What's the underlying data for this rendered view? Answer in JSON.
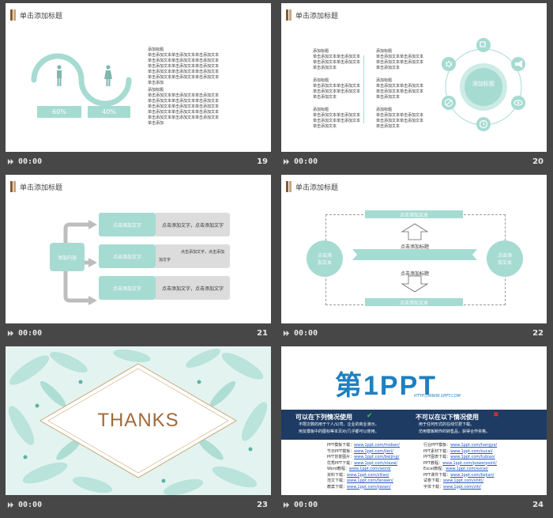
{
  "colors": {
    "accent": "#a6dbd2",
    "bar": "#474747",
    "title_mark": "#8a5a30"
  },
  "footer_time": "00:00",
  "slides": [
    {
      "number": "19",
      "title": "单击添加标题",
      "pct_left": "60%",
      "pct_right": "40%",
      "para_label": "添加标题",
      "para_lines": [
        "单击添加文本单击添加文本单击添加文本",
        "单击添加文本单击添加文本单击添加文本",
        "单击添加文本单击添加文本单击添加文本",
        "单击添加文本单击添加文本单击添加文本",
        "单击添加文本单击添加文本单击添加文本",
        "单击添加"
      ]
    },
    {
      "number": "20",
      "title": "单击添加标题",
      "center": "添加标题",
      "label": "添加标题",
      "text_lines": [
        "单击添加文本单击添加文本",
        "单击添加文本单击添加文本",
        "单击添加文本"
      ]
    },
    {
      "number": "21",
      "title": "单击添加标题",
      "root": "添加内容",
      "branches": [
        "点击添加文字",
        "点击添加文字",
        "点击添加文字"
      ],
      "notes": [
        "点击添加文字，点击添加文字",
        "点击添加文字，点击添加",
        "加文字",
        "点击添加文字，点击添加文字"
      ]
    },
    {
      "number": "22",
      "title": "单击添加标题",
      "top_label": "点击添加文本",
      "mid_label": "点击添加标题",
      "bot_label": "点击添加文本",
      "left_circle": "点击添\n加文本",
      "right_circle": "点击添\n加文本"
    },
    {
      "number": "23",
      "thanks": "THANKS"
    },
    {
      "number": "24",
      "logo_main": "第1PPT",
      "logo_url": "HTTP://WWW.1PPT.COM",
      "can_use": "可以在下列情况使用",
      "cannot_use": "不可以在以下情况使用",
      "can_items": [
        "不限次数的用于个人/公司、企业的商业演示。",
        "用友模板中的图标等本页对/几乎都可以使用。"
      ],
      "cannot_items": [
        "用于任何形式的在线付费下载。",
        "仿用模板制作的转售品，获得合作资格。"
      ],
      "links_left": [
        [
          "PPT模板下载：",
          "www.1ppt.com/moban/"
        ],
        [
          "节日PPT模板：",
          "www.1ppt.com/jieri/"
        ],
        [
          "PPT背景图片：",
          "www.1ppt.com/beijing/"
        ],
        [
          "优秀PPT下载：",
          "www.1ppt.com/xiazai/"
        ],
        [
          "Word教程：",
          "www.1ppt.com/word/"
        ],
        [
          "资料下载：",
          "www.1ppt.com/ziliao/"
        ],
        [
          "范文下载：",
          "www.1ppt.com/fanwen/"
        ],
        [
          "教案下载：",
          "www.1ppt.com/jiaoan/"
        ]
      ],
      "links_right": [
        [
          "行业PPT模板：",
          "www.1ppt.com/hangye/"
        ],
        [
          "PPT素材下载：",
          "www.1ppt.com/sucai/"
        ],
        [
          "PPT图表下载：",
          "www.1ppt.com/tubiao/"
        ],
        [
          "PPT教程：",
          "www.1ppt.com/powerpoint/"
        ],
        [
          "Excel教程：",
          "www.1ppt.com/excel/"
        ],
        [
          "PPT课件下载：",
          "www.1ppt.com/kejian/"
        ],
        [
          "试卷下载：",
          "www.1ppt.com/shiti/"
        ],
        [
          "字体下载：",
          "www.1ppt.com/ziti/"
        ]
      ]
    }
  ]
}
